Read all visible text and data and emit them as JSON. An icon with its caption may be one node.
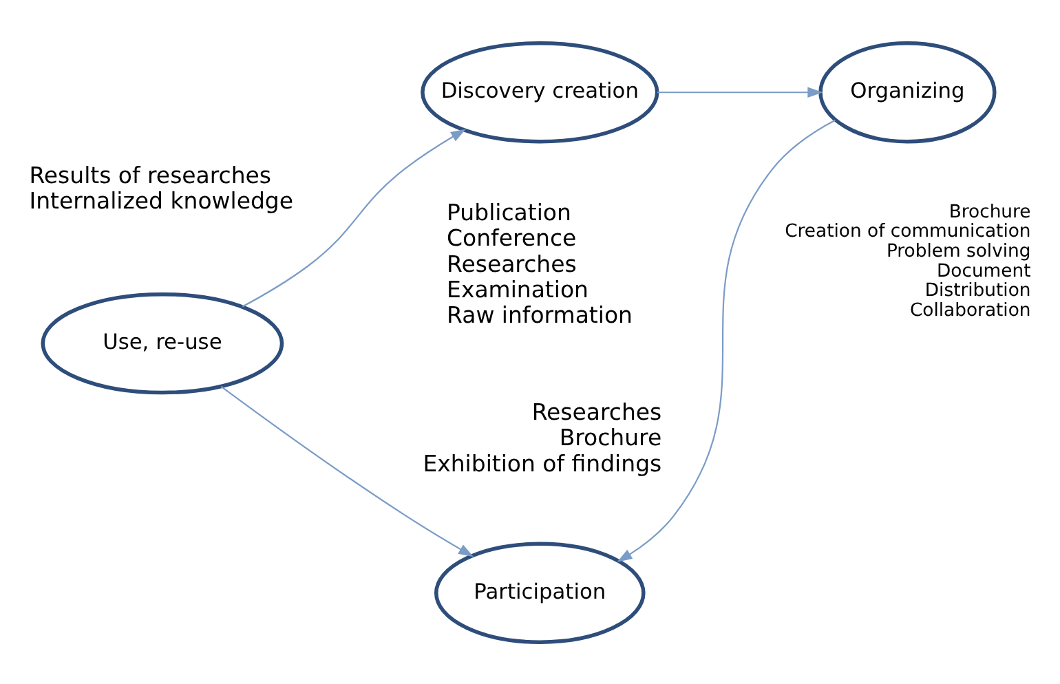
{
  "diagram": {
    "nodes": [
      {
        "text": [
          "Use, re-use"
        ],
        "beside": [
          "Results of researches",
          "Internalized knowledge"
        ]
      },
      {
        "text": [
          "Discovery creation"
        ],
        "beside": [
          "Publication",
          "Conference",
          "Researches",
          "Examination",
          "Raw information"
        ]
      },
      {
        "text": [
          "Organizing"
        ]
      },
      {
        "text": [
          "Participation"
        ],
        "beside": [
          "Researches",
          "Brochure",
          "Exhibition of findings"
        ]
      }
    ],
    "edges": [
      {
        "from": 0,
        "to": 1,
        "arrow": "to"
      },
      {
        "from": 1,
        "to": 2,
        "arrow": "to"
      },
      {
        "from": 2,
        "to": 3,
        "arrow": "to"
      },
      {
        "from": 0,
        "to": 3,
        "arrow": "to"
      }
    ],
    "labels": [
      "Brochure",
      "Creation of communication",
      "Problem solving",
      "Document",
      "Distribution",
      "Collaboration"
    ]
  }
}
